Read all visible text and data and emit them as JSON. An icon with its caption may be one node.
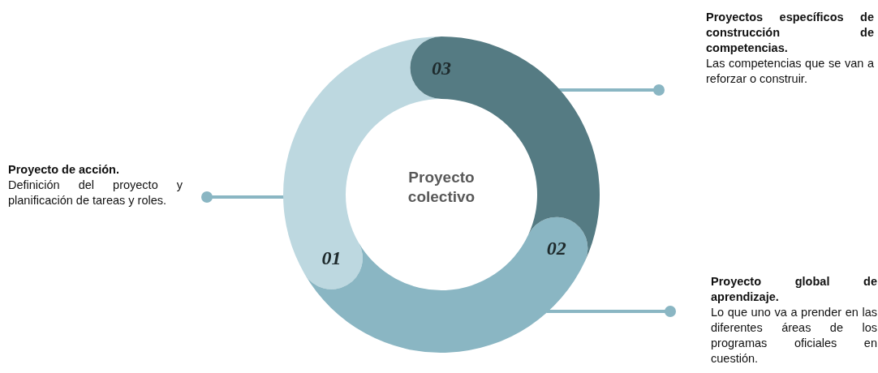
{
  "diagram": {
    "nodes": [
      {
        "text": [
          "Proyecto colectivo"
        ]
      },
      {
        "text": [
          "01"
        ]
      },
      {
        "text": [
          "02"
        ]
      },
      {
        "text": [
          "03"
        ]
      },
      {
        "text": [
          "Proyecto de acción.",
          "Definición del proyecto y planificación de tareas y roles."
        ]
      },
      {
        "text": [
          "Proyectos específicos de construcción de competencias.",
          "Las competencias que se van a  reforzar o construir."
        ]
      },
      {
        "text": [
          "Proyecto global de aprendizaje.",
          "Lo que uno va a prender en las diferentes áreas de los programas oficiales en cuestión."
        ]
      }
    ],
    "edges": [
      {
        "from": 4,
        "to": 1,
        "arrow": "other"
      },
      {
        "from": 5,
        "to": 3,
        "arrow": "other"
      },
      {
        "from": 6,
        "to": 2,
        "arrow": "other"
      }
    ]
  }
}
